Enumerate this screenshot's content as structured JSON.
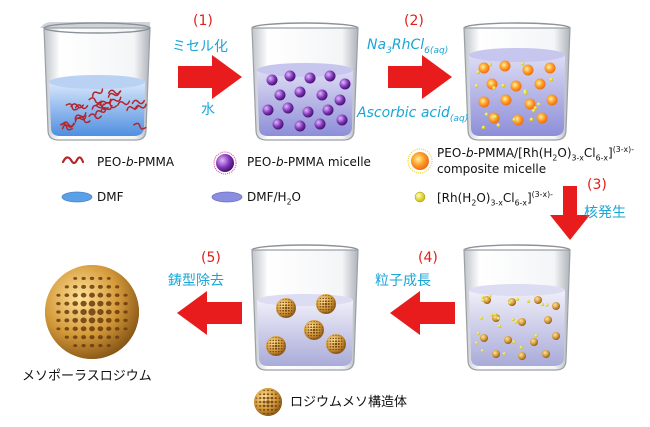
{
  "steps": [
    {
      "num": "(1)",
      "above": "ミセル化",
      "below": "水"
    },
    {
      "num": "(2)",
      "above": "Na3RhCl6(aq)",
      "below": "Ascorbic acid(aq)"
    },
    {
      "num": "(3)",
      "label": "核発生"
    },
    {
      "num": "(4)",
      "label": "粒子成長"
    },
    {
      "num": "(5)",
      "label": "鋳型除去"
    }
  ],
  "legend": {
    "polymer": "PEO-b-PMMA",
    "micelle": "PEO-b-PMMA micelle",
    "composite_line1": "PEO-b-PMMA/[Rh(H2O)3-xCl6-x](3-x)-",
    "composite_line2": "composite micelle",
    "dmf": "DMF",
    "dmf_h2o": "DMF/H2O",
    "rh_complex": "[Rh(H2O)3-xCl6-x](3-x)-"
  },
  "product_labels": {
    "final": "メソポーラスロジウム",
    "intermediate": "ロジウムメソ構造体"
  },
  "colors": {
    "arrow": "#e81c1c",
    "step_text": "#1aa6d6",
    "number_text": "#e0201b",
    "dmf": "#5aa0e6",
    "dmf_h2o": "#8a8ee0",
    "micelle": "#7a2fb0",
    "rh_dot": "#f2e41a",
    "rh_sphere": "#d79a3e"
  }
}
